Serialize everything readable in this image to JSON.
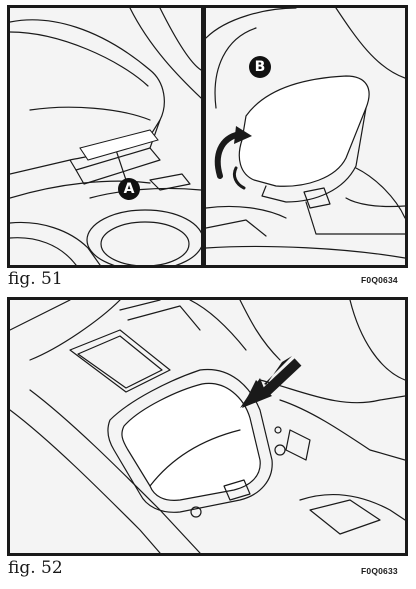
{
  "figures": [
    {
      "caption": "fig. 51",
      "code": "F0Q0634",
      "labels": [
        "A",
        "B"
      ]
    },
    {
      "caption": "fig. 52",
      "code": "F0Q0633"
    }
  ],
  "colors": {
    "line": "#1a1a1a",
    "panel_bg": "#f4f4f4",
    "page_bg": "#ffffff"
  }
}
